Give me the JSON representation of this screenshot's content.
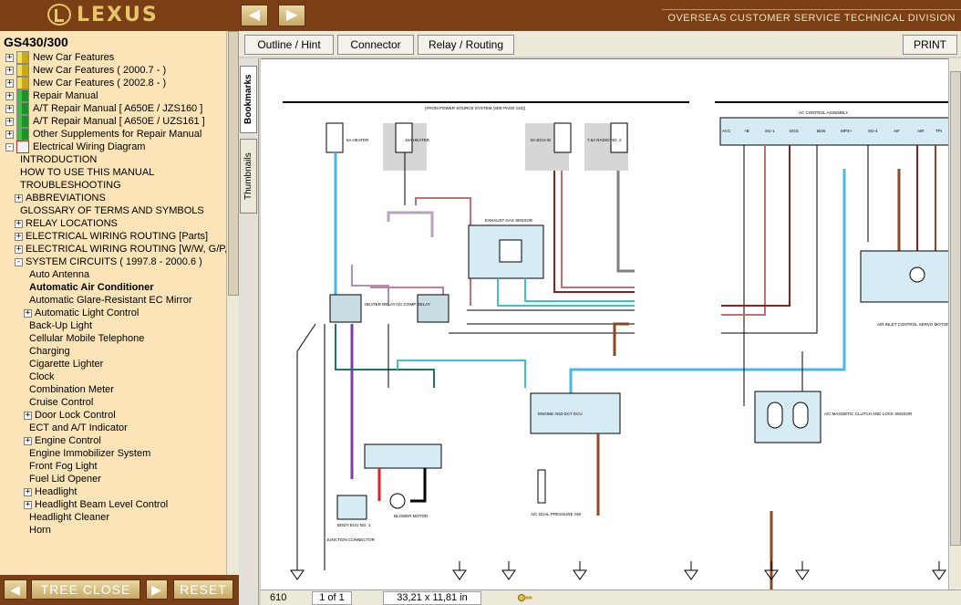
{
  "header": {
    "logo_text": "LEXUS",
    "division": "OVERSEAS CUSTOMER SERVICE TECHNICAL DIVISION",
    "back_icon": "arrow-left-icon",
    "forward_icon": "arrow-right-icon"
  },
  "left": {
    "model": "GS430/300",
    "tree": [
      {
        "label": "New Car Features",
        "icon": "book-yellow",
        "exp": "+",
        "level": 0
      },
      {
        "label": "New Car Features ( 2000.7 - )",
        "icon": "book-yellow",
        "exp": "+",
        "level": 0
      },
      {
        "label": "New Car Features ( 2002.8 - )",
        "icon": "book-yellow",
        "exp": "+",
        "level": 0
      },
      {
        "label": "Repair Manual",
        "icon": "book-green",
        "exp": "+",
        "level": 0
      },
      {
        "label": "A/T Repair Manual [ A650E / JZS160 ]",
        "icon": "book-green",
        "exp": "+",
        "level": 0
      },
      {
        "label": "A/T Repair Manual [ A650E / UZS161 ]",
        "icon": "book-green",
        "exp": "+",
        "level": 0
      },
      {
        "label": "Other Supplements for Repair Manual",
        "icon": "book-green",
        "exp": "+",
        "level": 0
      },
      {
        "label": "Electrical Wiring Diagram",
        "icon": "book-ewd",
        "exp": "-",
        "level": 0
      },
      {
        "label": "INTRODUCTION",
        "level": 1
      },
      {
        "label": "HOW TO USE THIS MANUAL",
        "level": 1
      },
      {
        "label": "TROUBLESHOOTING",
        "level": 1
      },
      {
        "label": "ABBREVIATIONS",
        "exp": "+",
        "level": 1
      },
      {
        "label": "GLOSSARY OF TERMS AND SYMBOLS",
        "level": 1
      },
      {
        "label": "RELAY LOCATIONS",
        "exp": "+",
        "level": 1
      },
      {
        "label": "ELECTRICAL WIRING ROUTING [Parts]",
        "exp": "+",
        "level": 1
      },
      {
        "label": "ELECTRICAL WIRING ROUTING [W/W, G/P, S/P",
        "exp": "+",
        "level": 1
      },
      {
        "label": "SYSTEM CIRCUITS ( 1997.8 - 2000.6 )",
        "exp": "-",
        "level": 1
      },
      {
        "label": "Auto Antenna",
        "level": 2
      },
      {
        "label": "Automatic Air Conditioner",
        "level": 2,
        "bold": true
      },
      {
        "label": "Automatic Glare-Resistant EC Mirror",
        "level": 2
      },
      {
        "label": "Automatic Light Control",
        "exp": "+",
        "level": 2
      },
      {
        "label": "Back-Up Light",
        "level": 2
      },
      {
        "label": "Cellular Mobile Telephone",
        "level": 2
      },
      {
        "label": "Charging",
        "level": 2
      },
      {
        "label": "Cigarette Lighter",
        "level": 2
      },
      {
        "label": "Clock",
        "level": 2
      },
      {
        "label": "Combination Meter",
        "level": 2
      },
      {
        "label": "Cruise Control",
        "level": 2
      },
      {
        "label": "Door Lock Control",
        "exp": "+",
        "level": 2
      },
      {
        "label": "ECT and A/T Indicator",
        "level": 2
      },
      {
        "label": "Engine Control",
        "exp": "+",
        "level": 2
      },
      {
        "label": "Engine Immobilizer System",
        "level": 2
      },
      {
        "label": "Front Fog Light",
        "level": 2
      },
      {
        "label": "Fuel Lid Opener",
        "level": 2
      },
      {
        "label": "Headlight",
        "exp": "+",
        "level": 2
      },
      {
        "label": "Headlight Beam Level Control",
        "exp": "+",
        "level": 2
      },
      {
        "label": "Headlight Cleaner",
        "level": 2
      },
      {
        "label": "Horn",
        "level": 2
      }
    ]
  },
  "bottom": {
    "tree_close": "TREE CLOSE",
    "reset": "RESET"
  },
  "toolbar": {
    "outline": "Outline / Hint",
    "connector": "Connector",
    "relay": "Relay / Routing",
    "print": "PRINT"
  },
  "tabs": {
    "bookmarks": "Bookmarks",
    "thumbnails": "Thumbnails"
  },
  "document": {
    "title": "AUTOMATIC AIR CONDITIONER",
    "source_label": "(FROM POWER SOURCE SYSTEM (SEE PAGE 134))",
    "ac_assembly_label": "AC CONTROL ASSEMBLY",
    "fuse_labels": [
      "5A HEATER",
      "10A HEATER",
      "5A ECU-IG",
      "7.5A RADIO NO. 2"
    ],
    "component_labels": {
      "exhaust_sensor": "EXHAUST GAS SENSOR",
      "engine_ecu": "ENGINE AND ECT ECU",
      "heater_relay": "HEATER RELAY",
      "ac_comp_relay": "A/C COMP RELAY",
      "blower_motor": "BLOWER MOTOR",
      "body_ecu": "BODY ECU NO. 1",
      "magnetic_clutch": "A/C MAGNETIC CLUTCH AND LOCK SENSOR",
      "servo_motor": "AIR INLET CONTROL SERVO MOTOR",
      "pressure_sw": "A/C DUAL PRESSURE SW",
      "junction_connector": "JUNCTION CONNECTOR"
    },
    "ac_pins": [
      "ACC",
      "+B",
      "SG-1",
      "DGS",
      "BLW",
      "MPX+",
      "SG-4",
      "AIF",
      "AIR",
      "TPI"
    ]
  },
  "status": {
    "page_count": "1 of 1",
    "page_size": "33,21 x 11,81 in",
    "page_number_partial": "610"
  }
}
